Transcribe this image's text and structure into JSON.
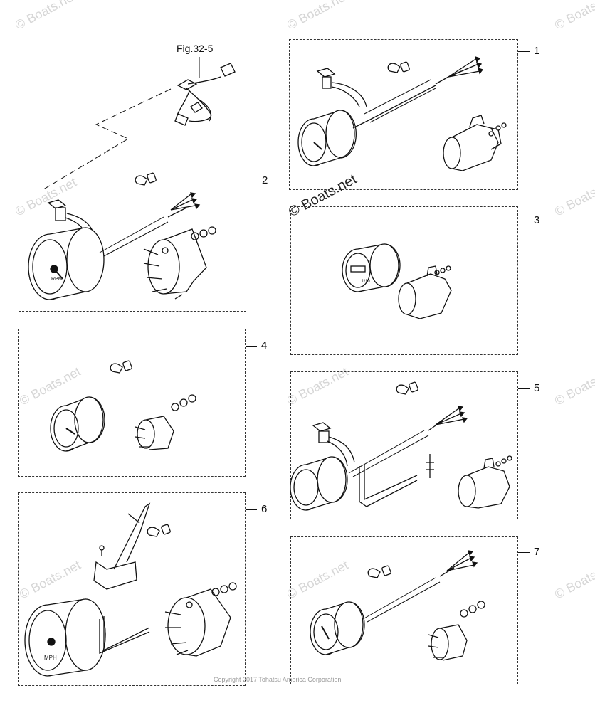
{
  "figure_ref": "Fig.32-5",
  "callouts": [
    "1",
    "2",
    "3",
    "4",
    "5",
    "6",
    "7"
  ],
  "watermark": "© Boats.net",
  "copyright": "Copyright 2017 Tohatsu America Corporation",
  "gauge_labels": {
    "tachometer": "RPM",
    "speedometer": "MPH",
    "hour_meter": "1/10"
  }
}
